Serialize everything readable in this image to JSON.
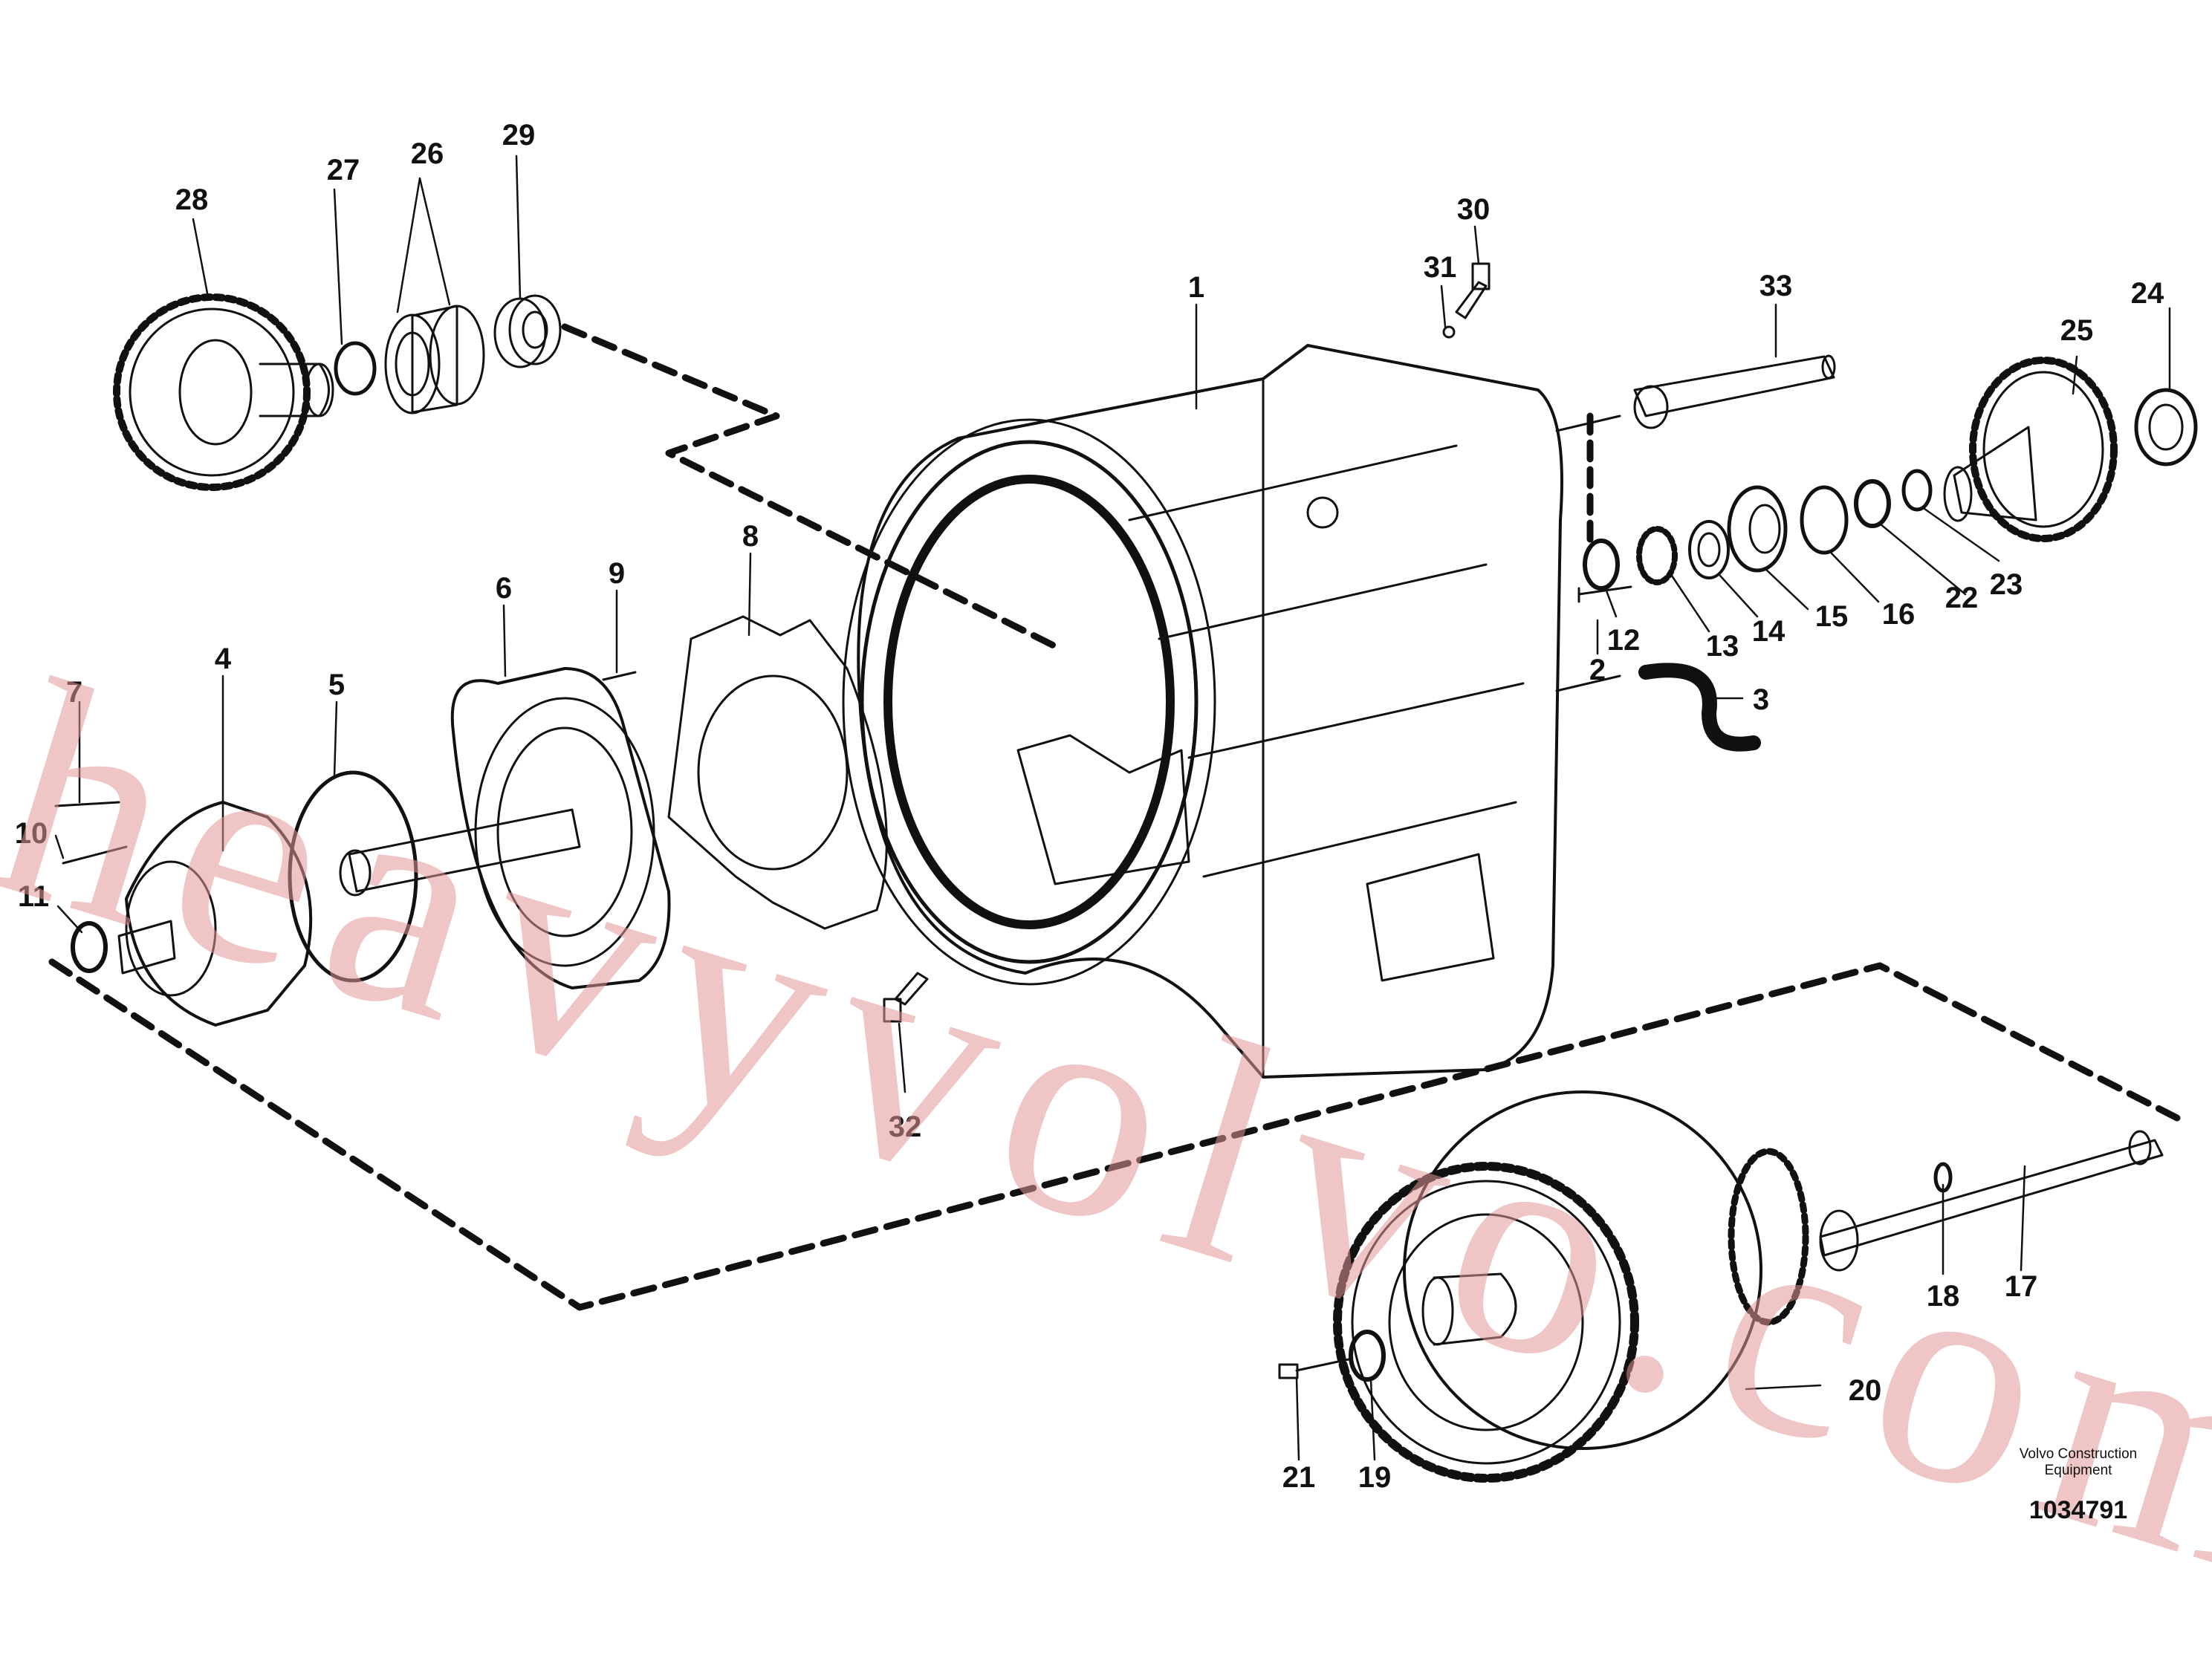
{
  "diagram": {
    "callouts": [
      "1",
      "2",
      "3",
      "4",
      "5",
      "6",
      "7",
      "8",
      "9",
      "10",
      "11",
      "12",
      "13",
      "14",
      "15",
      "16",
      "17",
      "18",
      "19",
      "20",
      "21",
      "22",
      "23",
      "24",
      "25",
      "26",
      "27",
      "28",
      "29",
      "30",
      "31",
      "32",
      "33"
    ]
  },
  "footer": {
    "company_line1": "Volvo Construction",
    "company_line2": "Equipment",
    "drawing_number": "1034791"
  },
  "watermark": "heavyvolvo.com",
  "colors": {
    "line": "#111111",
    "watermark": "#e29696"
  }
}
